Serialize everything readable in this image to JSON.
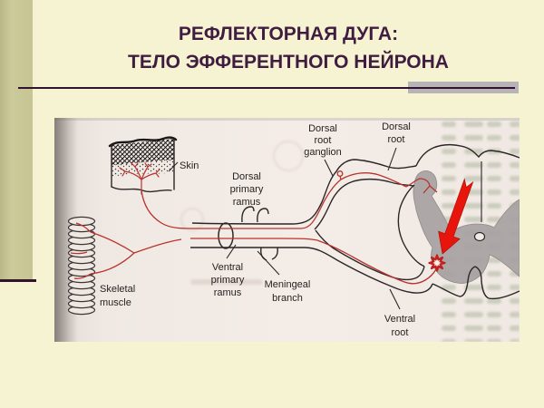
{
  "slide": {
    "title": {
      "line1": "РЕФЛЕКТОРНАЯ ДУГА:",
      "line2": "ТЕЛО ЭФФЕРЕНТНОГО НЕЙРОНА"
    },
    "colors": {
      "background": "#f5f3d1",
      "sidebar": "#c6c593",
      "title_text": "#401d40",
      "underline": "#31122f",
      "accent_bar": "#b7b3b7"
    }
  },
  "figure": {
    "labels": {
      "skin": [
        "Skin"
      ],
      "dorsal_root_ganglion": [
        "Dorsal",
        "root",
        "ganglion"
      ],
      "dorsal_root": [
        "Dorsal",
        "root"
      ],
      "dorsal_primary_ramus": [
        "Dorsal",
        "primary",
        "ramus"
      ],
      "ventral_primary_ramus": [
        "Ventral",
        "primary",
        "ramus"
      ],
      "meningeal_branch": [
        "Meningeal",
        "branch"
      ],
      "skeletal_muscle": [
        "Skeletal",
        "muscle"
      ],
      "ventral_root": [
        "Ventral",
        "root"
      ]
    },
    "colors": {
      "paper": "#f1eae4",
      "ink": "#2b2627",
      "nerve_red": "#b8332e",
      "arrow_red": "#e8150d",
      "gray_matter": "#a7a1a2"
    }
  }
}
